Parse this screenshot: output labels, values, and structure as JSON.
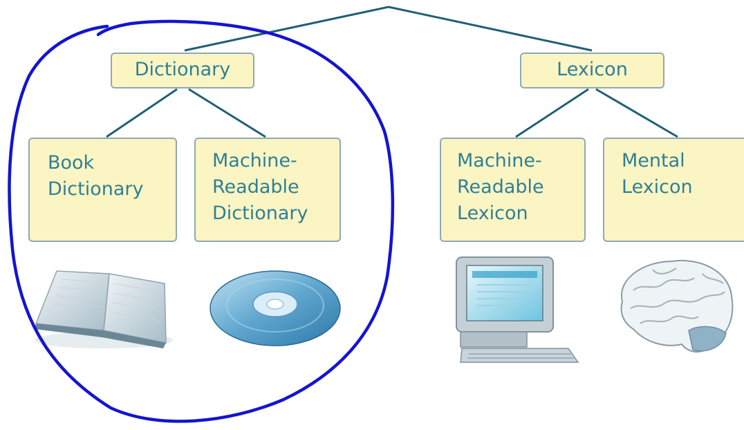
{
  "nodes": {
    "dictionary": "Dictionary",
    "lexicon": "Lexicon",
    "book_dictionary": "Book\nDictionary",
    "machine_readable_dictionary": "Machine-\nReadable\nDictionary",
    "machine_readable_lexicon": "Machine-\nReadable\nLexicon",
    "mental_lexicon": "Mental\nLexicon"
  },
  "icons": [
    "book-icon",
    "cd-disc-icon",
    "computer-icon",
    "brain-icon"
  ],
  "colors": {
    "box_fill": "#fbf5c3",
    "box_border": "#8ea9b4",
    "text": "#2f7f96",
    "connector": "#1f5f74",
    "annotation_circle": "#1414d0"
  }
}
